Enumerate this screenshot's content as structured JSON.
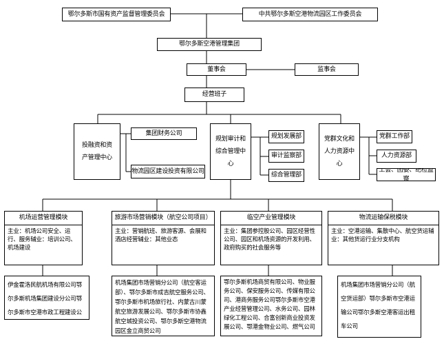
{
  "top": {
    "sasac": "鄂尔多斯市国有资产监督管理委员会",
    "party": "中共鄂尔多斯空港物流园区工作委员会"
  },
  "group": "鄂尔多斯空港管理集团",
  "board": "董事会",
  "supervisors": "监事会",
  "mgmt_team": "经营班子",
  "centers": [
    {
      "name": "投融资和资产管理中心",
      "subs": [
        "集团财务公司",
        "物流园区建设投资有限公司"
      ]
    },
    {
      "name": "规划审计和综合管理中心",
      "subs": [
        "规划发展部",
        "审计监察部",
        "综合管理部"
      ]
    },
    {
      "name": "党群文化和人力资源中心",
      "subs": [
        "党群工作部",
        "人力资源部",
        "工会、团委、纪检监察"
      ]
    }
  ],
  "modules": [
    {
      "name": "机场运营管理模块",
      "business": "主业：机场公司安全、运行、服务辅业：培训公司、机场建设",
      "companies": "伊金霍洛民航机场有限公司鄂尔多斯机场集团建设分公司鄂尔多斯市空港市政工程建设公司"
    },
    {
      "name": "旅游市场营销模块（航空公司项目）",
      "business": "主业：营销航班、旅游客源、会展和酒店经营辅业：其他业态",
      "companies": "机场集团市场营销分公司（航空客运部）、鄂尔多斯市成吉航空服务公司、鄂尔多斯市机场旅行社、内蒙古川蒙航空旅游发展公司、鄂尔多斯市协鑫航空城投资公司、鄂尔多斯空港物流园区金立商贸公司"
    },
    {
      "name": "临空产业管理模块",
      "business": "主业：集团参控股公司、园区经营性公司、园区和机场资源的开发利用、政府购买的社会服务等",
      "companies": "鄂尔多斯机场商贸有限公司、物业服务公司、保安服务公司、传媒有限公司、港商务服务公司鄂尔多斯市空港产业经营管理公司、水务公司、园林绿化工程公司、合富创新商业投资发展公司、鄂港金物业公司、燃气公司"
    },
    {
      "name": "物流运输保税模块",
      "business": "主业：空港运输、集散中心、航空货运辅业：其他货运行业分支机构",
      "companies": "机场集团市场营销分公司（航空货运部）鄂尔多斯市空港运输公司鄂尔多斯空港客运出租车公司"
    }
  ]
}
